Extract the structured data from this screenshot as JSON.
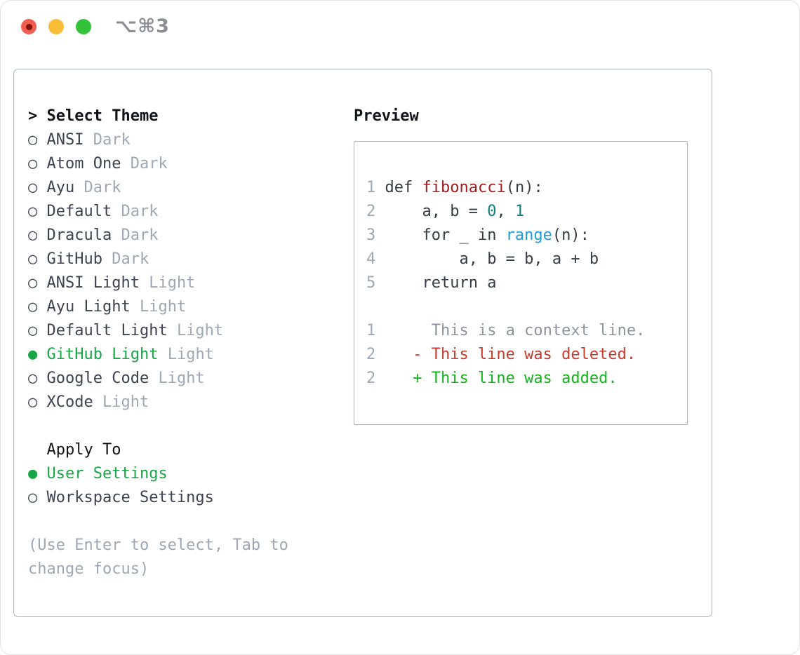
{
  "window": {
    "title": "⌥⌘3",
    "traffic_lights": [
      {
        "name": "close",
        "has_dot": true
      },
      {
        "name": "minimize",
        "has_dot": false
      },
      {
        "name": "maximize",
        "has_dot": false
      }
    ]
  },
  "theme_picker": {
    "prompt": ">",
    "heading": "Select Theme",
    "items": [
      {
        "name": "ANSI",
        "tag": "Dark",
        "selected": false
      },
      {
        "name": "Atom One",
        "tag": "Dark",
        "selected": false
      },
      {
        "name": "Ayu",
        "tag": "Dark",
        "selected": false
      },
      {
        "name": "Default",
        "tag": "Dark",
        "selected": false
      },
      {
        "name": "Dracula",
        "tag": "Dark",
        "selected": false
      },
      {
        "name": "GitHub",
        "tag": "Dark",
        "selected": false
      },
      {
        "name": "ANSI Light",
        "tag": "Light",
        "selected": false
      },
      {
        "name": "Ayu Light",
        "tag": "Light",
        "selected": false
      },
      {
        "name": "Default Light",
        "tag": "Light",
        "selected": false
      },
      {
        "name": "GitHub Light",
        "tag": "Light",
        "selected": true
      },
      {
        "name": "Google Code",
        "tag": "Light",
        "selected": false
      },
      {
        "name": "XCode",
        "tag": "Light",
        "selected": false
      }
    ],
    "apply_to": {
      "heading": "Apply To",
      "options": [
        {
          "label": "User Settings",
          "selected": true
        },
        {
          "label": "Workspace Settings",
          "selected": false
        }
      ]
    },
    "hint": "(Use Enter to select, Tab to change focus)",
    "radio_glyphs": {
      "selected": "●",
      "unselected": "○"
    }
  },
  "preview": {
    "heading": "Preview",
    "lines": [
      [
        {
          "t": "1",
          "c": "ln"
        },
        {
          "t": " def ",
          "c": "pl"
        },
        {
          "t": "fibonacci",
          "c": "fn"
        },
        {
          "t": "(n):",
          "c": "pl"
        }
      ],
      [
        {
          "t": "2",
          "c": "ln"
        },
        {
          "t": "     a, b = ",
          "c": "pl"
        },
        {
          "t": "0",
          "c": "nu"
        },
        {
          "t": ", ",
          "c": "pl"
        },
        {
          "t": "1",
          "c": "nu"
        }
      ],
      [
        {
          "t": "3",
          "c": "ln"
        },
        {
          "t": "     for _ in ",
          "c": "pl"
        },
        {
          "t": "range",
          "c": "bi"
        },
        {
          "t": "(n):",
          "c": "pl"
        }
      ],
      [
        {
          "t": "4",
          "c": "ln"
        },
        {
          "t": "         a, b = b, a + b",
          "c": "pl"
        }
      ],
      [
        {
          "t": "5",
          "c": "ln"
        },
        {
          "t": "     return a",
          "c": "pl"
        }
      ],
      [],
      [
        {
          "t": "1",
          "c": "ln"
        },
        {
          "t": "      This is a context line.",
          "c": "ctx"
        }
      ],
      [
        {
          "t": "2",
          "c": "ln"
        },
        {
          "t": "    - This line was deleted.",
          "c": "del"
        }
      ],
      [
        {
          "t": "2",
          "c": "ln"
        },
        {
          "t": "    + This line was added.",
          "c": "add"
        }
      ]
    ]
  },
  "colors": {
    "heading": "#101419",
    "item-fg": "#3b4250",
    "muted": "#9da8b4",
    "ui-green": "#17a546",
    "panel-border": "#a9b1bc",
    "code-fg": "#353c45",
    "func-red": "#a61d1e",
    "num-teal": "#0d7f82",
    "builtin-blue": "#1e9dd8",
    "ctx-gray": "#8b949e",
    "del-red": "#c93a2e",
    "add-green": "#14b31c",
    "title-gray": "#8b8e94",
    "tl-red": "#f25d51",
    "tl-red-dot": "#7e150c",
    "tl-yellow": "#f9bd37",
    "tl-green": "#32c33b"
  }
}
